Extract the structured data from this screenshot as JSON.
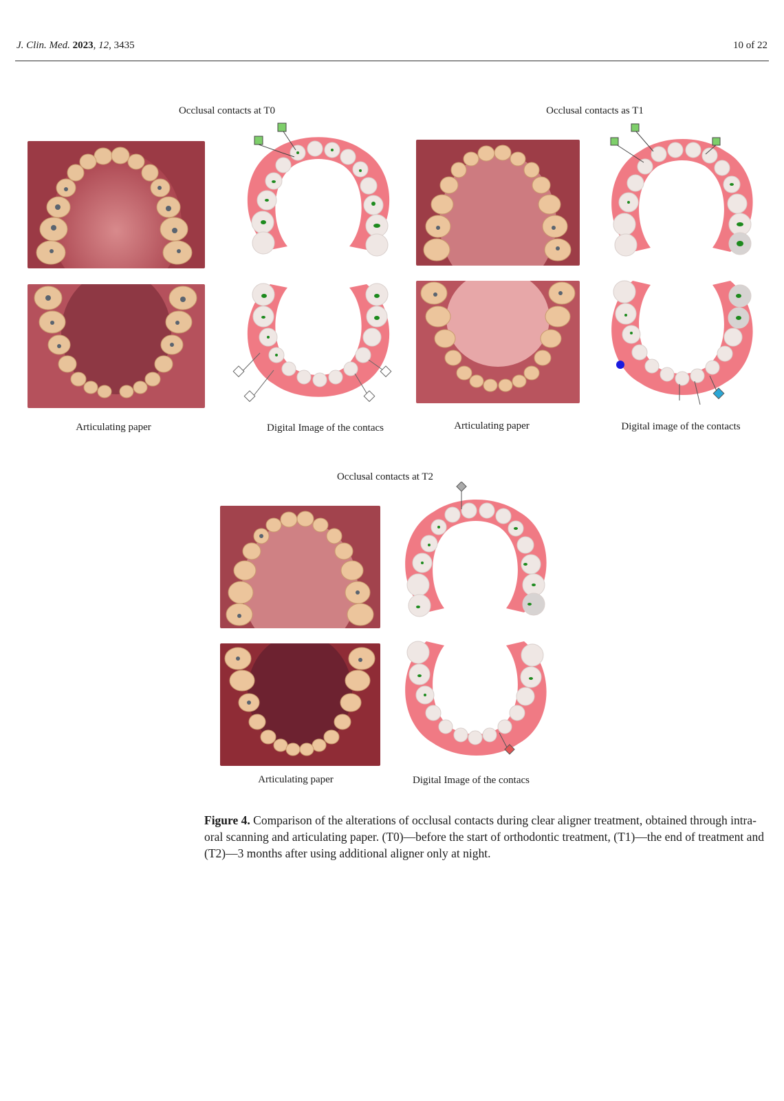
{
  "header": {
    "journal": "J. Clin. Med.",
    "year": "2023",
    "volume": "12",
    "article": "3435",
    "page": "10 of 22"
  },
  "figure": {
    "panels": [
      {
        "title": "Occlusal contacts at T0",
        "photo_label": "Articulating paper",
        "digital_label": "Digital Image of the contacs"
      },
      {
        "title": "Occlusal contacts as T1",
        "photo_label": "Articulating paper",
        "digital_label": "Digital image of the contacts"
      },
      {
        "title": "Occlusal contacts at T2",
        "photo_label": "Articulating paper",
        "digital_label": "Digital Image of the contacs"
      }
    ],
    "caption_label": "Figure 4.",
    "caption_text": "Comparison of the alterations of occlusal contacts during clear aligner treatment, obtained through intra-oral scanning and articulating paper. (T0)—before the start of orthodontic treatment, (T1)—the end of treatment and (T2)—3 months after using additional aligner only at night."
  },
  "colors": {
    "gum": "#f07a84",
    "tooth": "#efe7e4",
    "contact": "#1d8a1d",
    "mouth_bg": "#b94a55",
    "photo_tooth": "#e9c49a"
  }
}
